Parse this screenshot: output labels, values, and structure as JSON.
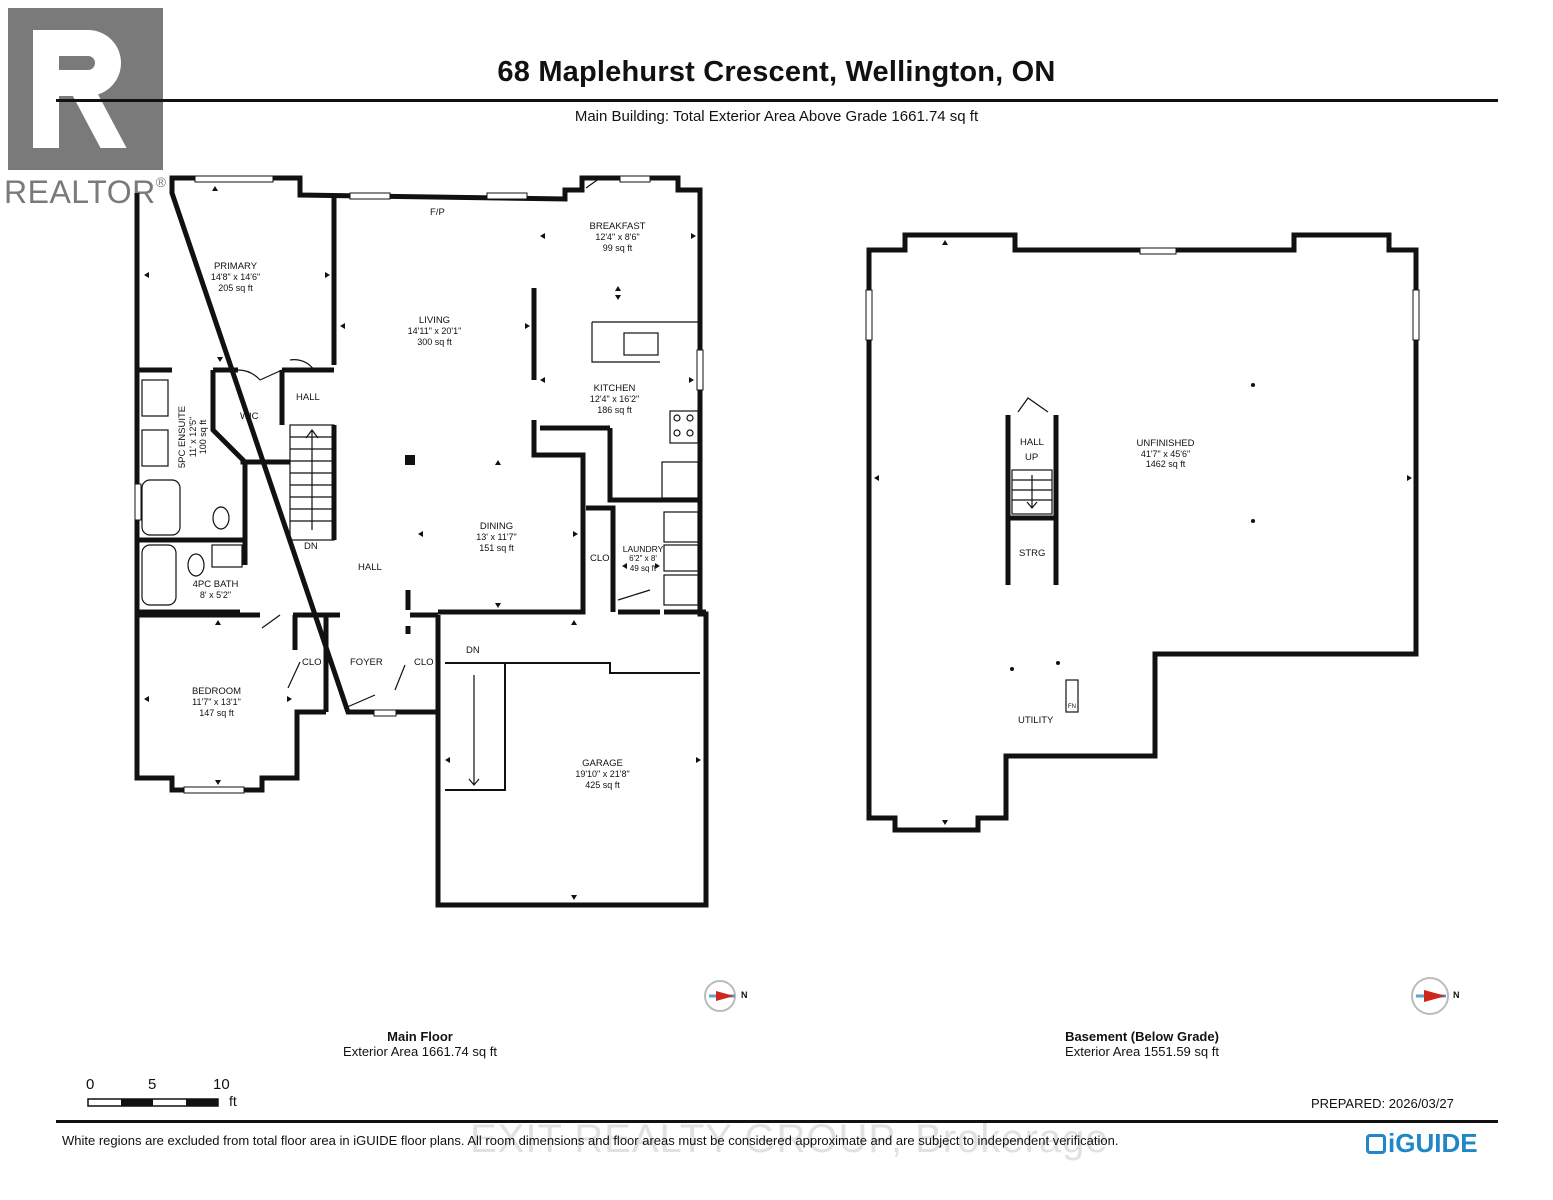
{
  "header": {
    "title": "68 Maplehurst Crescent, Wellington, ON",
    "subtitle": "Main Building: Total Exterior Area Above Grade 1661.74 sq ft"
  },
  "logo": {
    "text": "REALTOR",
    "mark": "®"
  },
  "main_floor": {
    "name": "Main Floor",
    "area": "Exterior Area 1661.74 sq ft",
    "rooms": [
      {
        "name": "PRIMARY",
        "dims": "14'8\" x 14'6\"",
        "area": "205 sq ft"
      },
      {
        "name": "LIVING",
        "dims": "14'11\" x 20'1\"",
        "area": "300 sq ft"
      },
      {
        "name": "BREAKFAST",
        "dims": "12'4\" x 8'6\"",
        "area": "99 sq ft"
      },
      {
        "name": "KITCHEN",
        "dims": "12'4\" x 16'2\"",
        "area": "186 sq ft"
      },
      {
        "name": "DINING",
        "dims": "13' x 11'7\"",
        "area": "151 sq ft"
      },
      {
        "name": "LAUNDRY",
        "dims": "6'2\" x 8'",
        "area": "49 sq ft"
      },
      {
        "name": "4PC BATH",
        "dims": "8' x 5'2\"",
        "area": ""
      },
      {
        "name": "BEDROOM",
        "dims": "11'7\" x 13'1\"",
        "area": "147 sq ft"
      },
      {
        "name": "GARAGE",
        "dims": "19'10\" x 21'8\"",
        "area": "425 sq ft"
      }
    ],
    "ensuite": {
      "name": "5PC ENSUITE",
      "dims": "11' x 12'5\"",
      "area": "100 sq ft"
    },
    "labels": {
      "fp": "F/P",
      "wic": "WIC",
      "hall1": "HALL",
      "hall2": "HALL",
      "dn1": "DN",
      "dn2": "DN",
      "clo1": "CLO",
      "clo2": "CLO",
      "clo3": "CLO",
      "foyer": "FOYER"
    }
  },
  "basement": {
    "name": "Basement (Below Grade)",
    "area": "Exterior Area 1551.59 sq ft",
    "room": {
      "name": "UNFINISHED",
      "dims": "41'7\" x 45'6\"",
      "area": "1462 sq ft"
    },
    "labels": {
      "hall": "HALL",
      "up": "UP",
      "strg": "STRG",
      "utility": "UTILITY",
      "fn": "FN"
    }
  },
  "compass": {
    "label": "N"
  },
  "scale": {
    "ticks": [
      "0",
      "5",
      "10"
    ],
    "unit": "ft"
  },
  "footer": {
    "prepared": "PREPARED: 2026/03/27",
    "note": "White regions are excluded from total floor area in iGUIDE floor plans. All room dimensions and floor areas must be considered approximate and are subject to independent verification.",
    "watermark": "EXIT REALTY GROUP, Brokerage",
    "brand": "iGUIDE"
  },
  "colors": {
    "ink": "#111111",
    "brand_blue": "#1f87c8",
    "logo_gray": "#7a7a7a",
    "compass_red": "#d0271d",
    "compass_blue": "#5aa6d6"
  }
}
